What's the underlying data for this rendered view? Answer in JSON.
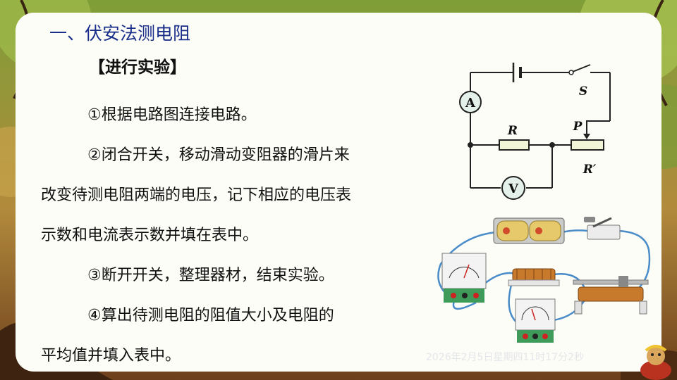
{
  "slide": {
    "title": "一、伏安法测电阻",
    "subheading": "【进行实验】",
    "lines": [
      "①根据电路图连接电路。",
      "②闭合开关，移动滑动变阻器的滑片来",
      "改变待测电阻两端的电压，记下相应的电压表",
      "示数和电流表示数并填在表中。",
      "③断开开关，整理器材，结束实验。",
      "④算出待测电阻的阻值大小及电阻的",
      "平均值并填入表中。"
    ],
    "timestamp": "2026年2月5日星期四11时17分2秒"
  },
  "circuit": {
    "ammeter": "A",
    "voltmeter": "V",
    "switch": "S",
    "resistor": "R",
    "rheostat": "R′",
    "slider": "P"
  },
  "colors": {
    "title": "#1a2f8a",
    "card": "#fcfdf6",
    "meter_fill": "#e3f1ea",
    "resistor_fill": "#f2f4d8"
  }
}
